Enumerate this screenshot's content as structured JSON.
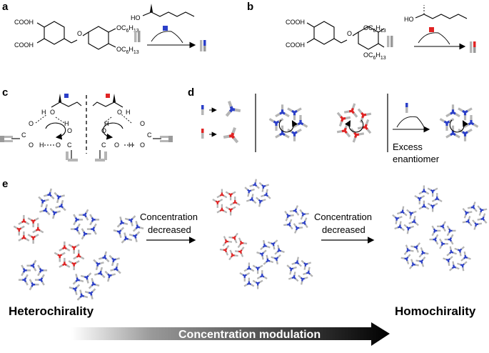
{
  "panels": {
    "a": "a",
    "b": "b",
    "c": "c",
    "d": "d",
    "e": "e"
  },
  "molecules": {
    "acid_label": "COOH",
    "alkoxy_label": "OC",
    "alkoxy_sub_6": "6",
    "alkoxy_h": "H",
    "alkoxy_sub_13": "13",
    "ether_o": "O",
    "alcohol_label": "HO"
  },
  "panel_c": {
    "h_atom": "H",
    "o_atom": "O",
    "c_atom": "C"
  },
  "panel_d": {
    "excess_line1": "Excess",
    "excess_line2": "enantiomer"
  },
  "panel_e": {
    "step1_line1": "Concentration",
    "step1_line2": "decreased",
    "step2_line1": "Concentration",
    "step2_line2": "decreased",
    "left_caption": "Heterochirality",
    "right_caption": "Homochirality",
    "banner_text": "Concentration modulation"
  },
  "colors": {
    "blue": "#2b3fc8",
    "red": "#e02424",
    "gray": "#b5b5b5",
    "dark_gray": "#8a8a8a",
    "black": "#000000"
  }
}
